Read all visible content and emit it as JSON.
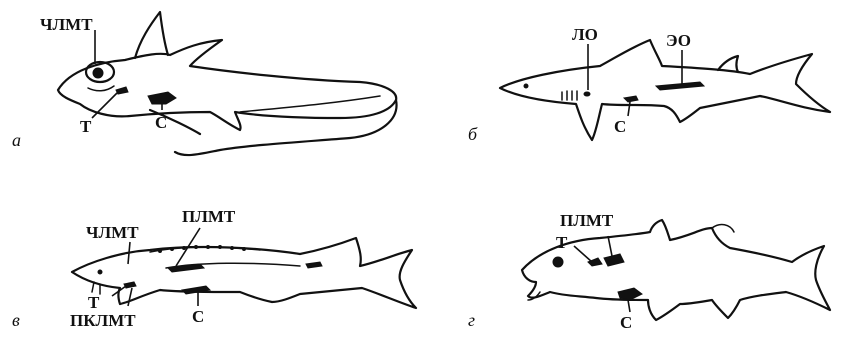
{
  "panels": [
    {
      "letter": "а",
      "labels": {
        "chlmt": "ЧЛМТ",
        "t": "Т",
        "s": "С"
      }
    },
    {
      "letter": "б",
      "labels": {
        "lo": "ЛО",
        "eo": "ЭО",
        "s": "С"
      }
    },
    {
      "letter": "в",
      "labels": {
        "chlmt": "ЧЛМТ",
        "plmt": "ПЛМТ",
        "t": "Т",
        "pklmt": "ПКЛМТ",
        "s": "С"
      }
    },
    {
      "letter": "г",
      "labels": {
        "plmt": "ПЛМТ",
        "t": "Т",
        "s": "С"
      }
    }
  ]
}
